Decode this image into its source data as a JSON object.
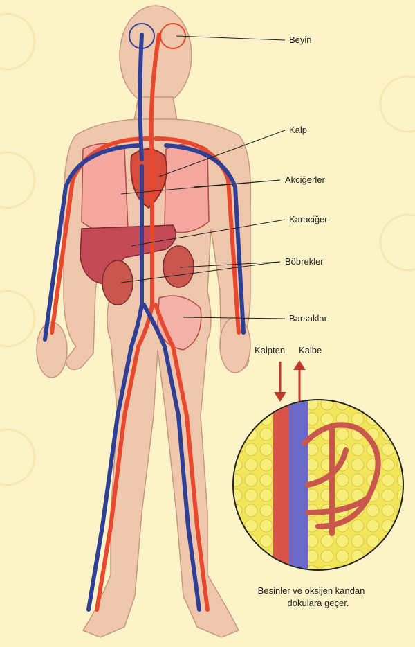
{
  "labels": {
    "brain": "Beyin",
    "heart": "Kalp",
    "lungs": "Akciğerler",
    "liver": "Karaciğer",
    "kidneys": "Böbrekler",
    "intestines": "Barsaklar"
  },
  "inset": {
    "from_heart": "Kalpten",
    "to_heart": "Kalbe",
    "caption_line1": "Besinler ve oksijen kandan",
    "caption_line2": "dokulara geçer."
  },
  "colors": {
    "background": "#fdf3c8",
    "skin": "#eec7ac",
    "artery": "#e8492e",
    "vein": "#2f3f95",
    "organ": "#d9534f",
    "tissue": "#f1e45a"
  },
  "icons": {
    "down_arrow": "arrow-down-icon",
    "up_arrow": "arrow-up-icon"
  }
}
